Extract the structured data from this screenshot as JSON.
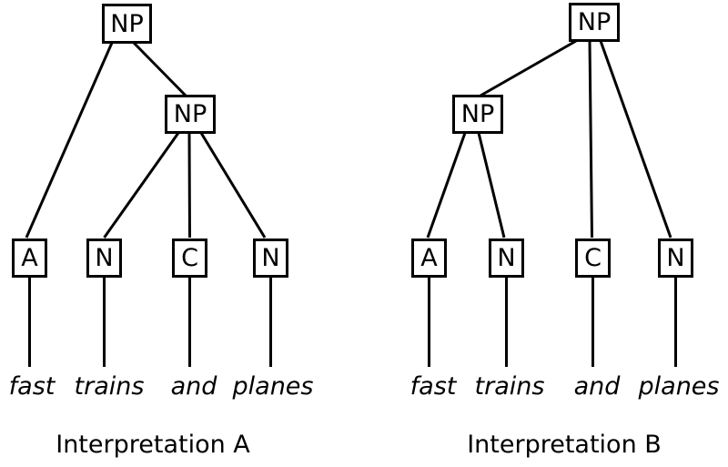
{
  "trees": {
    "a": {
      "caption": "Interpretation A",
      "root_label": "NP",
      "inner_label": "NP",
      "leaf_labels": [
        "A",
        "N",
        "C",
        "N"
      ],
      "words": [
        "fast",
        "trains",
        "and",
        "planes"
      ]
    },
    "b": {
      "caption": "Interpretation B",
      "root_label": "NP",
      "inner_label": "NP",
      "leaf_labels": [
        "A",
        "N",
        "C",
        "N"
      ],
      "words": [
        "fast",
        "trains",
        "and",
        "planes"
      ]
    }
  },
  "colors": {
    "line": "#000000",
    "background": "#ffffff",
    "text": "#000000"
  }
}
